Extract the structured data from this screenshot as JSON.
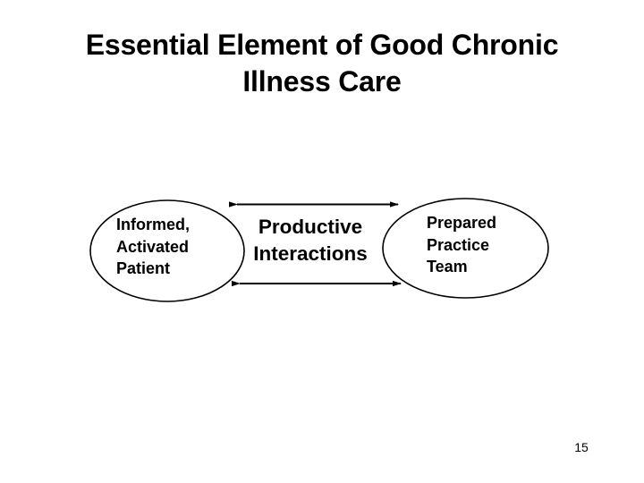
{
  "slide": {
    "title": "Essential Element of Good Chronic\nIllness Care",
    "page_number": "15",
    "background_color": "#ffffff",
    "text_color": "#000000"
  },
  "diagram": {
    "type": "cycle-diagram",
    "nodes": [
      {
        "id": "informed-activated-patient",
        "label": "Informed,\nActivated\nPatient",
        "shape": "ellipse",
        "stroke_color": "#000000",
        "fill_color": "#ffffff"
      },
      {
        "id": "prepared-practice-team",
        "label": "Prepared\nPractice\nTeam",
        "shape": "ellipse",
        "stroke_color": "#000000",
        "fill_color": "#ffffff"
      }
    ],
    "center_label": "Productive\nInteractions",
    "connectors": [
      {
        "id": "top-connector",
        "style": "double-headed-arrow",
        "color": "#000000"
      },
      {
        "id": "bottom-connector",
        "style": "double-headed-arrow",
        "color": "#000000"
      }
    ]
  }
}
